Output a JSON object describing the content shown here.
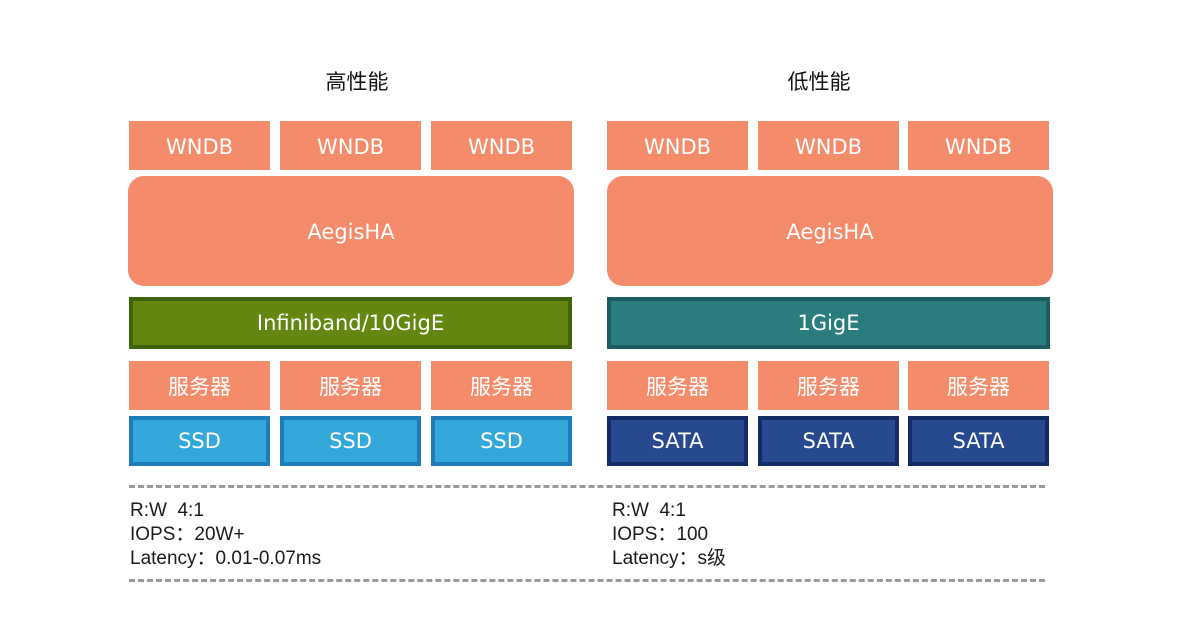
{
  "high": {
    "title": "高性能",
    "wndb": [
      "WNDB",
      "WNDB",
      "WNDB"
    ],
    "aegis": "AegisHA",
    "network": "Infiniband/10GigE",
    "servers": [
      "服务器",
      "服务器",
      "服务器"
    ],
    "disks": [
      "SSD",
      "SSD",
      "SSD"
    ],
    "stats": {
      "rw": "R:W  4:1",
      "iops": "IOPS：20W+",
      "latency": "Latency：0.01-0.07ms"
    }
  },
  "low": {
    "title": "低性能",
    "wndb": [
      "WNDB",
      "WNDB",
      "WNDB"
    ],
    "aegis": "AegisHA",
    "network": "1GigE",
    "servers": [
      "服务器",
      "服务器",
      "服务器"
    ],
    "disks": [
      "SATA",
      "SATA",
      "SATA"
    ],
    "stats": {
      "rw": "R:W  4:1",
      "iops": "IOPS：100",
      "latency": "Latency：s级"
    }
  },
  "colors": {
    "salmon": "#f48c6c",
    "green": "#648711",
    "teal": "#2b7c7e",
    "ssd": "#35a8db",
    "sata": "#27498f"
  }
}
